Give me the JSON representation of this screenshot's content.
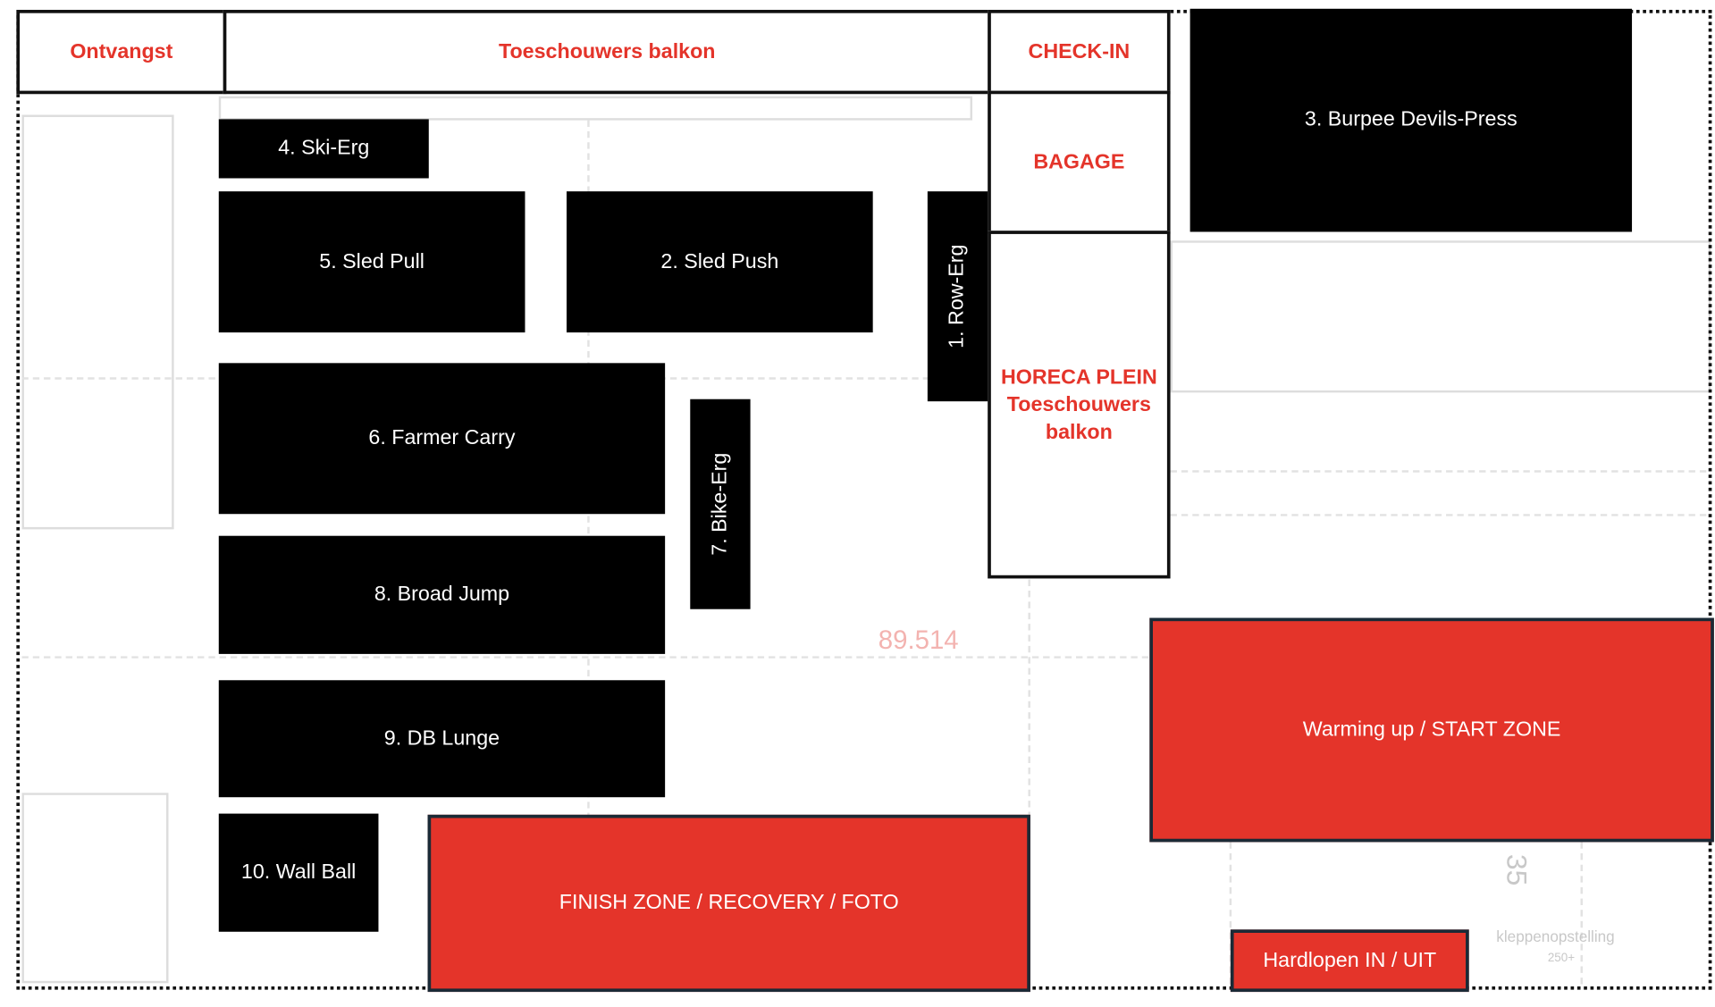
{
  "colors": {
    "accent_red": "#e4342a",
    "station_black": "#000000"
  },
  "background_labels": {
    "elevation": "89.514",
    "valve_setup": "kleppenopstelling",
    "valve_count": "250+",
    "grid_number": "35"
  },
  "zones": {
    "ontvangst": "Ontvangst",
    "toeschouwers_top": "Toeschouwers balkon",
    "checkin": "CHECK-IN",
    "bagage": "BAGAGE",
    "horeca_line1": "HORECA PLEIN",
    "horeca_line2": "Toeschouwers",
    "horeca_line3": "balkon",
    "warming": "Warming up / START ZONE",
    "finish": "FINISH ZONE / RECOVERY / FOTO",
    "running": "Hardlopen IN / UIT"
  },
  "stations": {
    "s1": "1. Row-Erg",
    "s2": "2. Sled Push",
    "s3": "3. Burpee Devils-Press",
    "s4": "4. Ski-Erg",
    "s5": "5. Sled Pull",
    "s6": "6. Farmer Carry",
    "s7": "7. Bike-Erg",
    "s8": "8. Broad Jump",
    "s9": "9. DB Lunge",
    "s10": "10. Wall Ball"
  }
}
